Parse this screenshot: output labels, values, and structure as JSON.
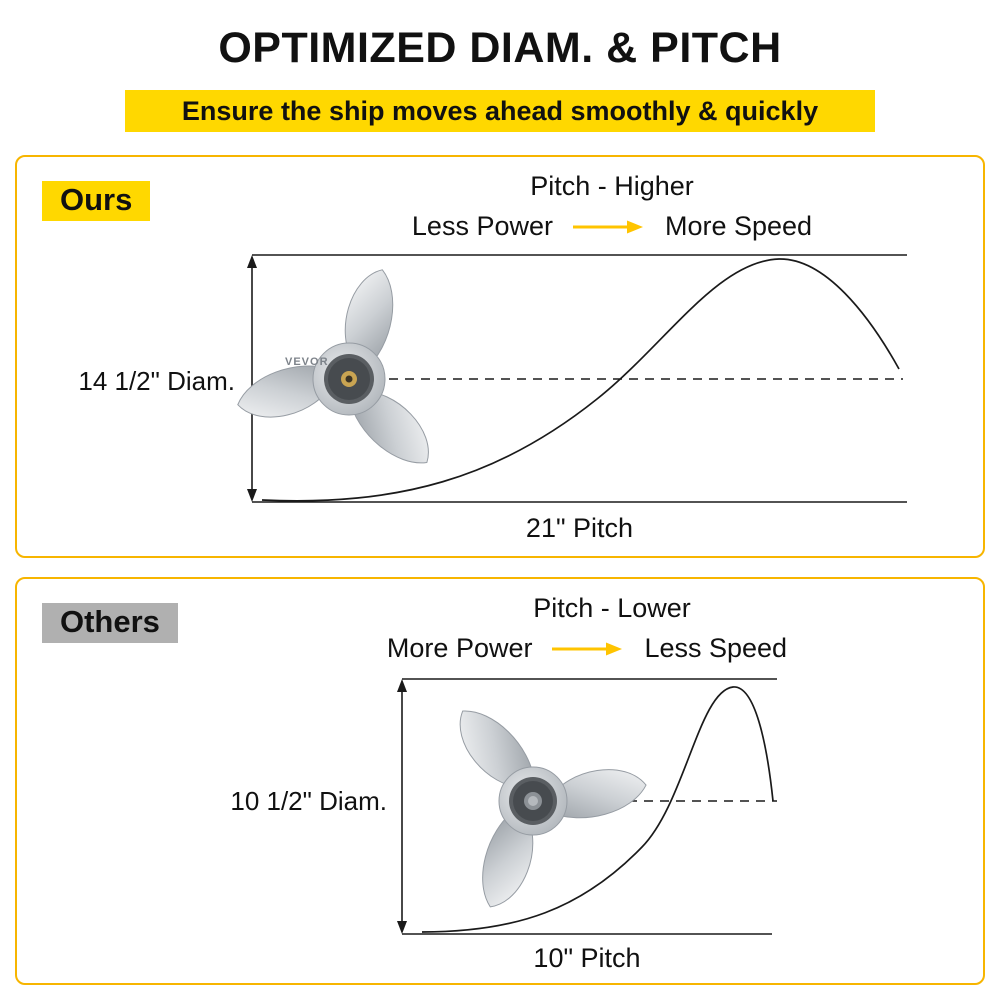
{
  "header": {
    "title": "OPTIMIZED DIAM. & PITCH",
    "subtitle": "Ensure the ship moves ahead smoothly & quickly"
  },
  "colors": {
    "accent_yellow": "#FFD800",
    "panel_border": "#F7B500",
    "others_gray": "#B0B0B0",
    "arrow_yellow": "#FFC400",
    "line_black": "#1a1a1a"
  },
  "icons": {
    "arrow_right": "long-right-arrow"
  },
  "panels": [
    {
      "label": "Ours",
      "pitch_heading": "Pitch - Higher",
      "power_label": "Less Power",
      "speed_label": "More Speed",
      "diameter_label": "14 1/2\" Diam.",
      "pitch_label": "21\" Pitch",
      "brand": "VEVOR"
    },
    {
      "label": "Others",
      "pitch_heading": "Pitch - Lower",
      "power_label": "More Power",
      "speed_label": "Less Speed",
      "diameter_label": "10 1/2\" Diam.",
      "pitch_label": "10\" Pitch"
    }
  ]
}
